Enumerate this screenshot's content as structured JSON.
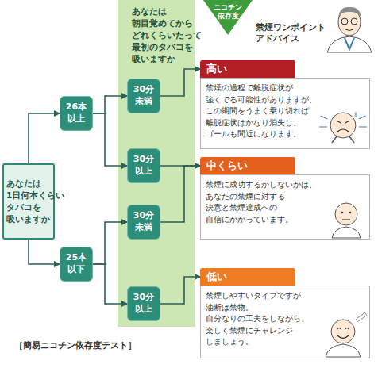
{
  "diagram": {
    "caption": "［簡易ニコチン依存度テスト］",
    "nodes": [
      {
        "text": [
          "あなたは 1日何本くらい タバコを 吸いますか"
        ]
      },
      {
        "text": [
          "26本 以上"
        ]
      },
      {
        "text": [
          "25本 以下"
        ]
      },
      {
        "text": [
          "あなたは 朝目覚めてから どれくらいたって 最初のタバコを 吸いますか"
        ]
      },
      {
        "text": [
          "30分 未満"
        ],
        "in": 3
      },
      {
        "text": [
          "30分 以上"
        ],
        "in": 3
      },
      {
        "text": [
          "30分 未満"
        ],
        "in": 3
      },
      {
        "text": [
          "30分 以上"
        ],
        "in": 3
      },
      {
        "text": [
          "ニコチン 依存度"
        ]
      },
      {
        "text": [
          "高い",
          "禁煙の過程で離脱症状が 強くでる可能性がありますが、 この期間をうまく乗り切れば 離脱症状はかなり消失し、 ゴールも間近になります。"
        ]
      },
      {
        "text": [
          "中くらい",
          "禁煙に成功するかしないかは、 あなたの禁煙に対する 決意と禁煙達成への 自信にかかっています。"
        ]
      },
      {
        "text": [
          "低い",
          "禁煙しやすいタイプですが 油断は禁物。 自分なりの工夫をしながら、 楽しく禁煙にチャレンジ しましょう。"
        ]
      }
    ],
    "edges": [
      {
        "from": 0,
        "to": 1,
        "arrow": "to"
      },
      {
        "from": 0,
        "to": 2,
        "arrow": "to"
      },
      {
        "from": 1,
        "to": 4,
        "arrow": "to"
      },
      {
        "from": 1,
        "to": 5,
        "arrow": "to"
      },
      {
        "from": 2,
        "to": 6,
        "arrow": "to"
      },
      {
        "from": 2,
        "to": 7,
        "arrow": "to"
      },
      {
        "from": 4,
        "to": 9,
        "arrow": "to"
      },
      {
        "from": 5,
        "to": 10,
        "arrow": "to"
      },
      {
        "from": 6,
        "to": 10,
        "arrow": "to"
      },
      {
        "from": 7,
        "to": 11,
        "arrow": "to"
      }
    ],
    "labels": [
      "禁煙ワンポイント アドバイス"
    ]
  }
}
